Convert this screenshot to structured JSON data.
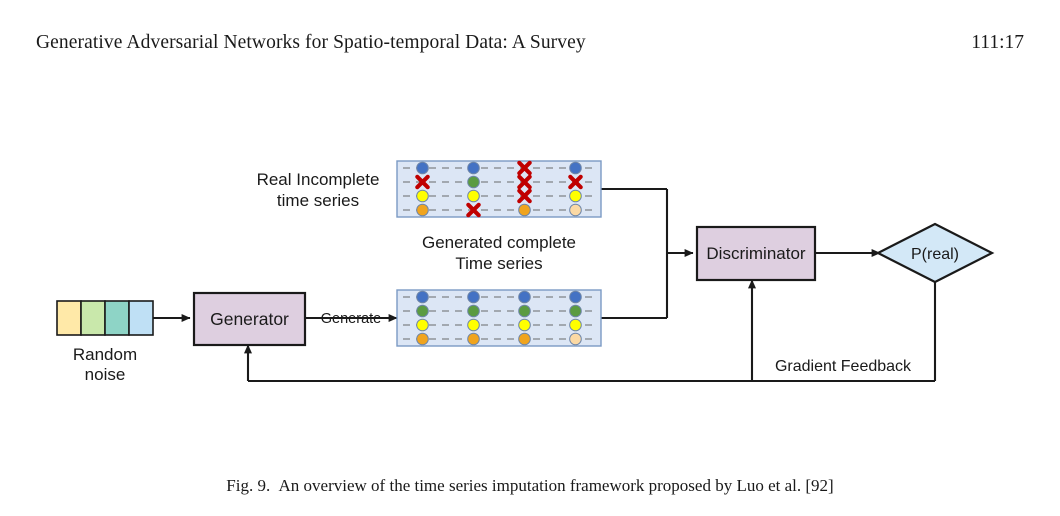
{
  "header": {
    "title": "Generative Adversarial Networks for Spatio-temporal Data: A Survey",
    "folio": "111:17"
  },
  "caption": {
    "label": "Fig. 9.",
    "text": "An overview of the time series imputation framework proposed by Luo et al. [92]"
  },
  "diagram": {
    "labels": {
      "random_noise_line1": "Random",
      "random_noise_line2": "noise",
      "real_series_line1": "Real Incomplete",
      "real_series_line2": "time series",
      "generated_series_line1": "Generated complete",
      "generated_series_line2": "Time series",
      "generate_edge": "Generate",
      "gradient_feedback_edge": "Gradient Feedback"
    },
    "nodes": {
      "generator": "Generator",
      "discriminator": "Discriminator",
      "probability": "P(real)"
    },
    "noise_cells": [
      {
        "name": "noise-cell-1",
        "color": "#ffe9a8"
      },
      {
        "name": "noise-cell-2",
        "color": "#c9e8ab"
      },
      {
        "name": "noise-cell-3",
        "color": "#8ed4c6"
      },
      {
        "name": "noise-cell-4",
        "color": "#bfe0f5"
      }
    ],
    "colors": {
      "node_fill": "#decfe0",
      "node_stroke": "#1a1a1a",
      "diamond_fill": "#d3e8f7",
      "panel_fill": "#dce6f5",
      "panel_stroke": "#7a9ac4",
      "dash_line": "#9aa0a6",
      "marker_blue": "#4472c4",
      "marker_green": "#5b9b41",
      "marker_yellow": "#ffff00",
      "marker_orange": "#f0a41e",
      "marker_orange_light": "#fbd9a4",
      "marker_missing": "#c00000",
      "edge": "#1a1a1a"
    },
    "real_series": {
      "caption_position": "left",
      "rows": [
        {
          "series": "blue",
          "marks": [
            "dot",
            "dot",
            "missing",
            "dot"
          ]
        },
        {
          "series": "green",
          "marks": [
            "missing",
            "dot",
            "missing",
            "missing"
          ]
        },
        {
          "series": "yellow",
          "marks": [
            "dot",
            "dot",
            "missing",
            "dot"
          ]
        },
        {
          "series": "orange",
          "marks": [
            "dot",
            "missing",
            "dot",
            "dot-light"
          ]
        }
      ]
    },
    "generated_series": {
      "caption_position": "top",
      "rows": [
        {
          "series": "blue",
          "marks": [
            "dot",
            "dot",
            "dot",
            "dot"
          ]
        },
        {
          "series": "green",
          "marks": [
            "dot",
            "dot",
            "dot",
            "dot"
          ]
        },
        {
          "series": "yellow",
          "marks": [
            "dot",
            "dot",
            "dot",
            "dot"
          ]
        },
        {
          "series": "orange",
          "marks": [
            "dot",
            "dot",
            "dot",
            "dot-light"
          ]
        }
      ]
    }
  }
}
